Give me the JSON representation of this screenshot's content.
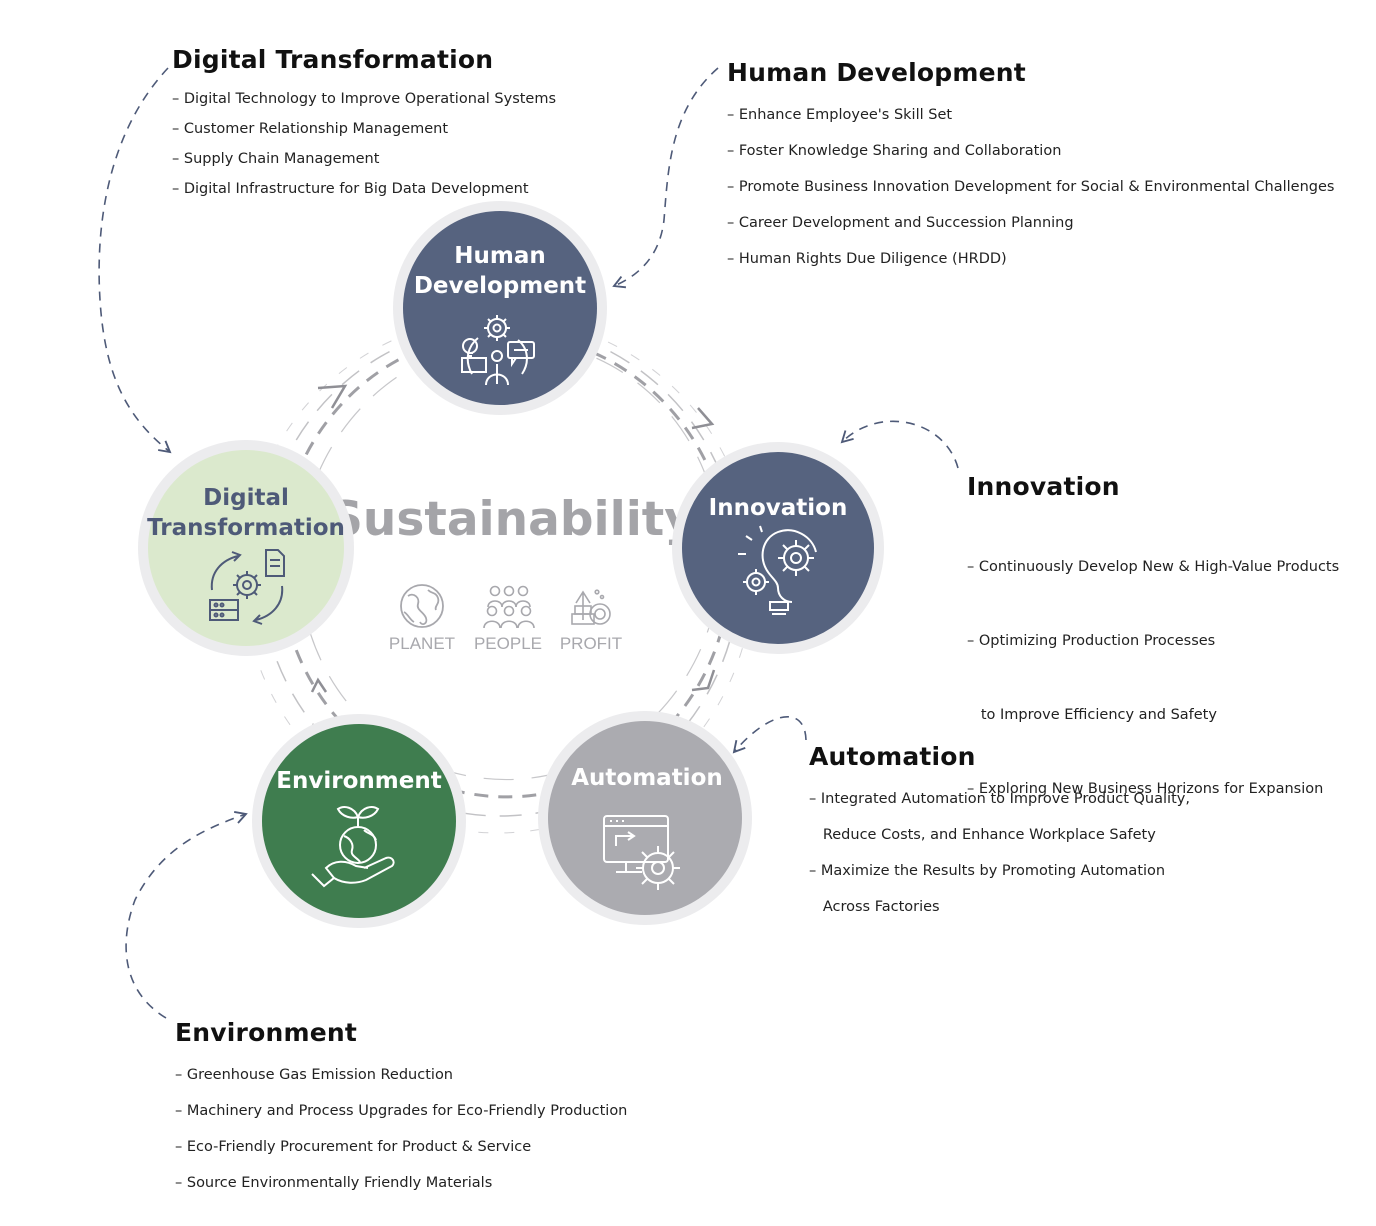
{
  "center": {
    "title": "Sustainability",
    "pillars": [
      {
        "label": "PLANET",
        "icon": "globe-icon"
      },
      {
        "label": "PEOPLE",
        "icon": "people-group-icon"
      },
      {
        "label": "PROFIT",
        "icon": "profit-growth-icon"
      }
    ]
  },
  "nodes": {
    "human": {
      "line1": "Human",
      "line2": "Development",
      "icon": "people-idea-gear-icon",
      "color": "#56637f"
    },
    "innovation": {
      "line1": "Innovation",
      "icon": "lightbulb-gears-icon",
      "color": "#56637f"
    },
    "digital": {
      "line1": "Digital",
      "line2": "Transformation",
      "icon": "digital-cycle-gear-icon",
      "color": "#dbe9cd",
      "text_color": "#4e5a78"
    },
    "environment": {
      "line1": "Environment",
      "icon": "hand-globe-sprout-icon",
      "color": "#3f7d4f"
    },
    "automation": {
      "line1": "Automation",
      "icon": "monitor-gear-icon",
      "color": "#ababb0"
    }
  },
  "blocks": {
    "digital": {
      "title": "Digital Transformation",
      "items": [
        "– Digital Technology to Improve Operational Systems",
        "– Customer Relationship Management",
        "– Supply Chain Management",
        "– Digital Infrastructure for Big Data Development"
      ]
    },
    "human": {
      "title": "Human Development",
      "items": [
        "– Enhance Employee's Skill Set",
        "– Foster Knowledge Sharing and Collaboration",
        "– Promote Business Innovation Development for Social & Environmental Challenges",
        "– Career Development and Succession Planning",
        "– Human Rights Due Diligence (HRDD)"
      ]
    },
    "innovation": {
      "title": "Innovation",
      "items": [
        "– Continuously Develop New & High-Value Products",
        "– Optimizing Production Processes",
        "   to Improve Efficiency and Safety",
        "– Exploring New Business Horizons for Expansion"
      ]
    },
    "automation": {
      "title": "Automation",
      "items": [
        "– Integrated Automation to Improve Product Quality,",
        "   Reduce Costs, and Enhance Workplace Safety",
        "– Maximize the Results by Promoting Automation",
        "   Across Factories"
      ]
    },
    "environment": {
      "title": "Environment",
      "items": [
        "– Greenhouse Gas Emission Reduction",
        "– Machinery and Process Upgrades for Eco-Friendly Production",
        "– Eco-Friendly Procurement for Product & Service",
        "– Source Environmentally Friendly Materials"
      ]
    }
  },
  "colors": {
    "navy": "#56637f",
    "light_green": "#dbe9cd",
    "green": "#3f7d4f",
    "grey": "#ababb0",
    "ring": "#ececee",
    "dash": "#8f8f95",
    "connector": "#4e5a78",
    "center_title": "#a4a4a8",
    "pillar": "#a8a8ad"
  }
}
